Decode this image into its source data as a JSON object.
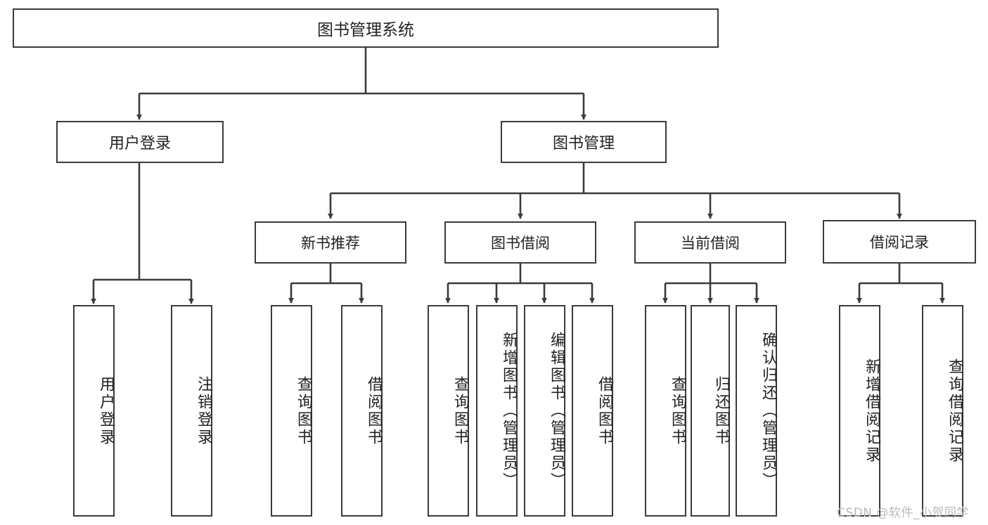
{
  "diagram": {
    "title": "图书管理系统",
    "watermark": "CSDN @软件_小贺同学",
    "colors": {
      "stroke": "#3b3b3b",
      "fill": "#ffffff",
      "text": "#222222",
      "watermark": "#b9b9b9"
    },
    "root": {
      "label": "图书管理系统"
    },
    "level2": [
      {
        "key": "user-login",
        "label": "用户登录"
      },
      {
        "key": "book-management",
        "label": "图书管理"
      }
    ],
    "level3": [
      {
        "key": "new-book-recommendation",
        "label": "新书推荐"
      },
      {
        "key": "book-borrow",
        "label": "图书借阅"
      },
      {
        "key": "current-borrow",
        "label": "当前借阅"
      },
      {
        "key": "borrow-record",
        "label": "借阅记录"
      }
    ],
    "leaves": [
      {
        "key": "user-login-action",
        "label": "用户登录",
        "parent": "user-login"
      },
      {
        "key": "logout-action",
        "label": "注销登录",
        "parent": "user-login"
      },
      {
        "key": "query-book-rec",
        "label": "查询图书",
        "parent": "new-book-recommendation"
      },
      {
        "key": "borrow-book-rec",
        "label": "借阅图书",
        "parent": "new-book-recommendation"
      },
      {
        "key": "query-book-borrow",
        "label": "查询图书",
        "parent": "book-borrow"
      },
      {
        "key": "add-book-admin",
        "label": "新增图书（管理员）",
        "parent": "book-borrow"
      },
      {
        "key": "edit-book-admin",
        "label": "编辑图书（管理员）",
        "parent": "book-borrow"
      },
      {
        "key": "borrow-book",
        "label": "借阅图书",
        "parent": "book-borrow"
      },
      {
        "key": "query-book-current",
        "label": "查询图书",
        "parent": "current-borrow"
      },
      {
        "key": "return-book",
        "label": "归还图书",
        "parent": "current-borrow"
      },
      {
        "key": "confirm-return-admin",
        "label": "确认归还（管理员）",
        "parent": "current-borrow"
      },
      {
        "key": "add-borrow-record",
        "label": "新增借阅记录",
        "parent": "borrow-record"
      },
      {
        "key": "query-borrow-record",
        "label": "查询借阅记录",
        "parent": "borrow-record"
      }
    ]
  }
}
